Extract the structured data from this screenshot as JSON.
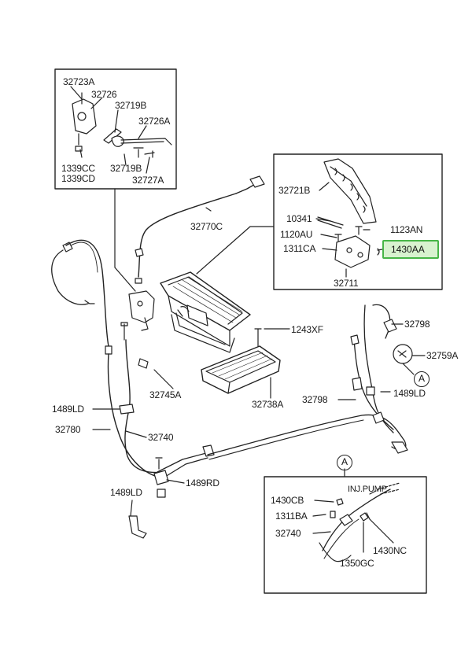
{
  "diagram": {
    "labels": {
      "p32723A": "32723A",
      "p32726": "32726",
      "p32719B_a": "32719B",
      "p32726A": "32726A",
      "p1339CC": "1339CC",
      "p1339CD": "1339CD",
      "p32719B_b": "32719B",
      "p32727A": "32727A",
      "p32770C": "32770C",
      "p32721B": "32721B",
      "p10341": "10341",
      "p1123AN": "1123AN",
      "p1120AU": "1120AU",
      "p1311CA": "1311CA",
      "p1430AA": "1430AA",
      "p32711": "32711",
      "p1243XF": "1243XF",
      "p32798_a": "32798",
      "p32759A": "32759A",
      "p32745A": "32745A",
      "p1489LD_a": "1489LD",
      "p32738A": "32738A",
      "p32798_b": "32798",
      "p1489LD_b": "1489LD",
      "p32780": "32780",
      "p32740_a": "32740",
      "p1489RD": "1489RD",
      "p1489LD_c": "1489LD",
      "p1430CB": "1430CB",
      "pInjPump": "INJ.PUMP",
      "p1311BA": "1311BA",
      "p32740_b": "32740",
      "p1430NC": "1430NC",
      "p1350GC": "1350GC"
    },
    "section_markers": {
      "marker_a1": "A",
      "marker_a2": "A"
    },
    "highlight_color": "#47b547"
  }
}
